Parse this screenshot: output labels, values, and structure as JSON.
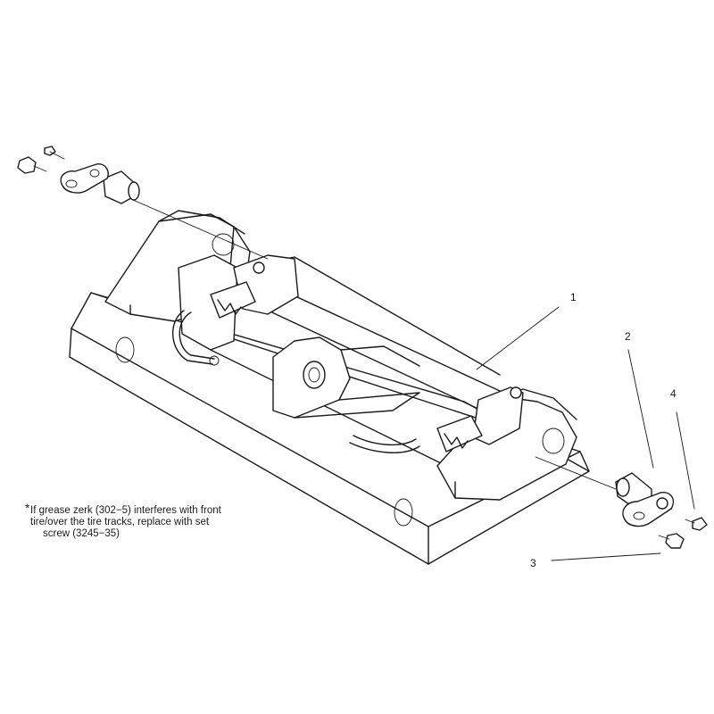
{
  "callouts": {
    "c1": "1",
    "c2": "2",
    "c3": "3",
    "c4": "4"
  },
  "note": {
    "asterisk": "*",
    "line1": "If grease zerk (302−5) interferes with front",
    "line2": "tire/over the tire tracks, replace with set",
    "line3": "screw (3245−35)"
  }
}
